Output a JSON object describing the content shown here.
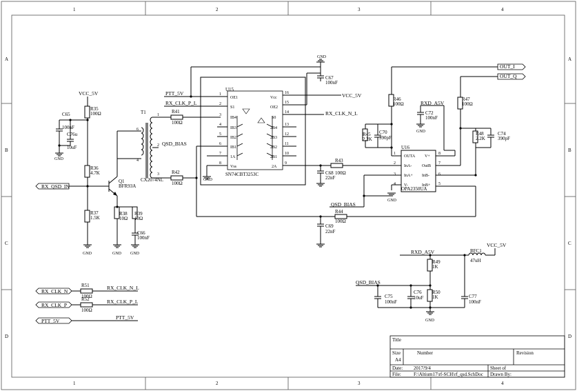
{
  "frame": {
    "cols": [
      "1",
      "2",
      "3",
      "4"
    ],
    "rows": [
      "A",
      "B",
      "C",
      "D"
    ]
  },
  "title_block": {
    "title": "Title",
    "size_label": "Size",
    "size_value": "A4",
    "number_label": "Number",
    "revision_label": "Revision",
    "date_label": "Date:",
    "date_value": "2017/9/4",
    "file_label": "File:",
    "file_value": "F:\\Altium17\\rf-SCH\\rf_qsd.SchDoc",
    "sheet_label": "Sheet     of",
    "drawn_label": "Drawn By:"
  },
  "nets": {
    "vcc5v": "VCC_5V",
    "vcc5v_u15": "VCC_5V",
    "vcc5v_rfc": "VCC_5V",
    "ptt": "PTT_5V",
    "rxclkp": "RX_CLK_P_L",
    "rxclkn": "RX_CLK_N_L",
    "qsdbias": "QSD_BIAS",
    "qsdbias2": "QSD_BIAS",
    "qsdbias3": "QSD_BIAS",
    "rxdasv": "RXD_A5V",
    "rxdasv2": "RXD_A5V",
    "gnd": "GND"
  },
  "ports": {
    "rx_qsd_in": "RX_QSD_IN",
    "out_i": "OUT_I",
    "out_q": "OUT_Q",
    "rx_clk_n": "RX_CLK_N",
    "rx_clk_p": "RX_CLK_P",
    "ptt_5v": "PTT_5V",
    "rx_clk_n_l": "RX_CLK_N_L",
    "rx_clk_p_l": "RX_CLK_P_L",
    "ptt_5v_out": "PTT_5V"
  },
  "components": {
    "C65": {
      "ref": "C65",
      "value": "100nF"
    },
    "C76": {
      "ref": "C76u",
      "value": "10uF"
    },
    "R35": {
      "ref": "R35",
      "value": "100Ω"
    },
    "R36": {
      "ref": "R36",
      "value": "4.7K"
    },
    "R37": {
      "ref": "R37",
      "value": "1.5K"
    },
    "Q1": {
      "ref": "Q1",
      "value": "BFR93A"
    },
    "R38": {
      "ref": "R38",
      "value": "10Ω"
    },
    "R39": {
      "ref": "R39",
      "value": "10Ω"
    },
    "C66": {
      "ref": "C66",
      "value": "100nF"
    },
    "T1": {
      "ref": "T1",
      "value": "CX2074NL"
    },
    "R41": {
      "ref": "R41",
      "value": "100Ω"
    },
    "R42": {
      "ref": "R42",
      "value": "100Ω"
    },
    "U15": {
      "ref": "U15",
      "value": "SN74CBT3253C"
    },
    "C67": {
      "ref": "C67",
      "value": "100nF"
    },
    "C68": {
      "ref": "C68",
      "value": "22nF"
    },
    "C69": {
      "ref": "C69",
      "value": "22nF"
    },
    "R43": {
      "ref": "R43",
      "value": "100Ω"
    },
    "R44": {
      "ref": "R44",
      "value": "100Ω"
    },
    "R45": {
      "ref": "R45",
      "value": "2.2K"
    },
    "C70": {
      "ref": "C70",
      "value": "390pF"
    },
    "R46": {
      "ref": "R46",
      "value": "100Ω"
    },
    "C72": {
      "ref": "C72",
      "value": "100nF"
    },
    "U16": {
      "ref": "U16",
      "value": "OPA2350UA"
    },
    "R47": {
      "ref": "R47",
      "value": "100Ω"
    },
    "R48": {
      "ref": "R48",
      "value": "2.2K"
    },
    "C74": {
      "ref": "C74",
      "value": "390pF"
    },
    "R49": {
      "ref": "R49",
      "value": "1K"
    },
    "R50": {
      "ref": "R50",
      "value": "1K"
    },
    "RFC1": {
      "ref": "RFC1",
      "value": "47uH"
    },
    "C75": {
      "ref": "C75",
      "value": "100nF"
    },
    "C76b": {
      "ref": "C76",
      "value": "10uF"
    },
    "C77": {
      "ref": "C77",
      "value": "100nF"
    },
    "R51": {
      "ref": "R51",
      "value": "100Ω"
    },
    "R52": {
      "ref": "R52",
      "value": "100Ω"
    }
  },
  "u15_pins": {
    "left": [
      {
        "n": "1",
        "name": "OE1"
      },
      {
        "n": "2",
        "name": "S1"
      },
      {
        "n": "3",
        "name": "IB4"
      },
      {
        "n": "4",
        "name": "IB3"
      },
      {
        "n": "5",
        "name": "IB2"
      },
      {
        "n": "6",
        "name": "IB1"
      },
      {
        "n": "7",
        "name": "1A"
      },
      {
        "n": "8",
        "name": "Vss"
      }
    ],
    "right": [
      {
        "n": "16",
        "name": "Vcc"
      },
      {
        "n": "15",
        "name": "OE2"
      },
      {
        "n": "14",
        "name": "S0"
      },
      {
        "n": "13",
        "name": "2B4"
      },
      {
        "n": "12",
        "name": "2B3"
      },
      {
        "n": "11",
        "name": "2B2"
      },
      {
        "n": "10",
        "name": "2B1"
      },
      {
        "n": "9",
        "name": "2A"
      }
    ]
  },
  "u16_pins": {
    "left": [
      {
        "n": "1",
        "name": "OUTA"
      },
      {
        "n": "2",
        "name": "InA-"
      },
      {
        "n": "3",
        "name": "InA+"
      },
      {
        "n": "4",
        "name": "V-"
      }
    ],
    "right": [
      {
        "n": "8",
        "name": "V+"
      },
      {
        "n": "7",
        "name": "OutB"
      },
      {
        "n": "6",
        "name": "InB-"
      },
      {
        "n": "5",
        "name": "InB+"
      }
    ]
  },
  "t1_pins": {
    "p1": "1",
    "p2": "2",
    "p3": "3",
    "p4": "4",
    "p6": "6"
  }
}
